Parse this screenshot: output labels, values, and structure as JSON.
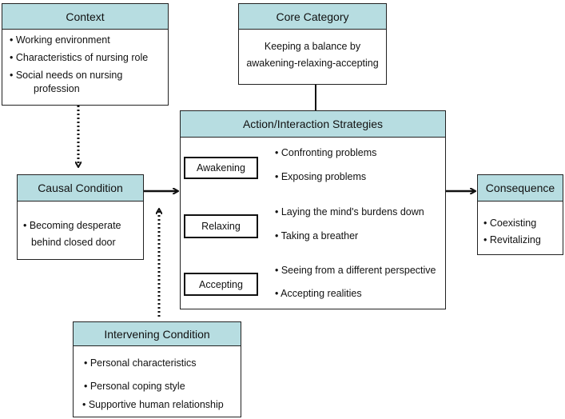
{
  "context": {
    "title": "Context",
    "items": [
      "• Working environment",
      "• Characteristics of nursing role",
      "• Social needs on nursing",
      "profession"
    ]
  },
  "core": {
    "title": "Core Category",
    "lines": [
      "Keeping a balance by",
      "awakening-relaxing-accepting"
    ]
  },
  "causal": {
    "title": "Causal  Condition",
    "items": [
      "• Becoming desperate",
      "behind closed door"
    ]
  },
  "action": {
    "title": "Action/Interaction Strategies",
    "stages": [
      "Awakening",
      "Relaxing",
      "Accepting"
    ],
    "groups": [
      [
        "•  Confronting problems",
        "•  Exposing problems"
      ],
      [
        "•  Laying the mind's burdens down",
        "•  Taking  a breather"
      ],
      [
        "•  Seeing from a different perspective",
        "•  Accepting realities"
      ]
    ]
  },
  "consequence": {
    "title": "Consequence",
    "items": [
      "• Coexisting",
      "• Revitalizing"
    ]
  },
  "intervening": {
    "title": "Intervening Condition",
    "items": [
      "• Personal characteristics",
      "• Personal   coping  style",
      "• Supportive human relationship"
    ]
  }
}
